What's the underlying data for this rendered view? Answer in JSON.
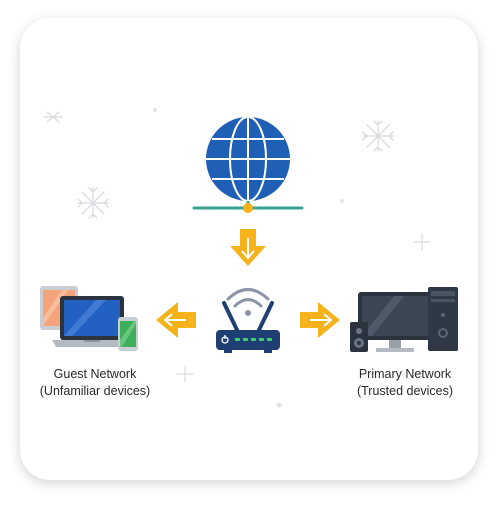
{
  "guest": {
    "line1": "Guest Network",
    "line2": "(Unfamiliar devices)"
  },
  "primary": {
    "line1": "Primary Network",
    "line2": "(Trusted devices)"
  },
  "colors": {
    "globe": "#1f5fb5",
    "connector_line": "#3aa38f",
    "connector_node": "#f5b21b",
    "arrow": "#f5b21b",
    "router": "#1e3f74",
    "wifi_waves": "#8a96a8",
    "monitor": "#2b333f",
    "laptop_screen": "#2260c2",
    "tablet": "#f4a37a",
    "phone": "#3dae5a"
  },
  "icons": [
    "globe-icon",
    "router-icon",
    "wifi-icon",
    "laptop-icon",
    "tablet-icon",
    "phone-icon",
    "desktop-computer-icon",
    "speaker-icon",
    "snowflake-icon",
    "sparkle-icon"
  ]
}
